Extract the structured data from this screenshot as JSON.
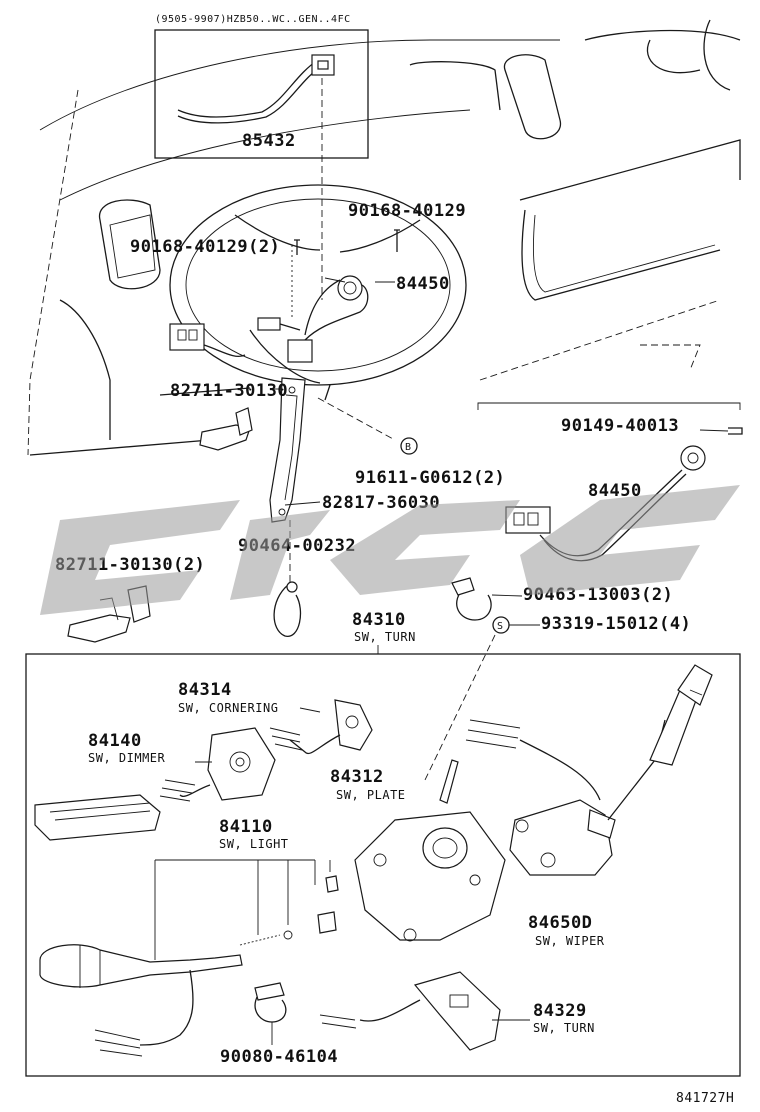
{
  "diagram": {
    "inset_caption": "(9505-9907)HZB50..WC..GEN..4FC",
    "figure_id": "841727H",
    "parts": {
      "p85432": "85432",
      "p90168_a": "90168-40129",
      "p90168_b": "90168-40129(2)",
      "p84450_a": "84450",
      "p82711_a": "82711-30130",
      "p91611": "91611-G0612(2)",
      "p82817": "82817-36030",
      "p90464": "90464-00232",
      "p82711_b": "82711-30130(2)",
      "p90149": "90149-40013",
      "p84450_b": "84450",
      "p90463": "90463-13003(2)",
      "p93319": "93319-15012(4)",
      "p84310": "84310",
      "p84314": "84314",
      "p84140": "84140",
      "p84312": "84312",
      "p84110": "84110",
      "p84650d": "84650D",
      "p84329": "84329",
      "p90080": "90080-46104"
    },
    "descriptions": {
      "d84310": "SW, TURN",
      "d84314": "SW, CORNERING",
      "d84140": "SW, DIMMER",
      "d84312": "SW, PLATE",
      "d84110": "SW, LIGHT",
      "d84650d": "SW, WIPER",
      "d84329": "SW, TURN"
    },
    "callout_symbols": {
      "b": "B",
      "s": "S"
    }
  }
}
